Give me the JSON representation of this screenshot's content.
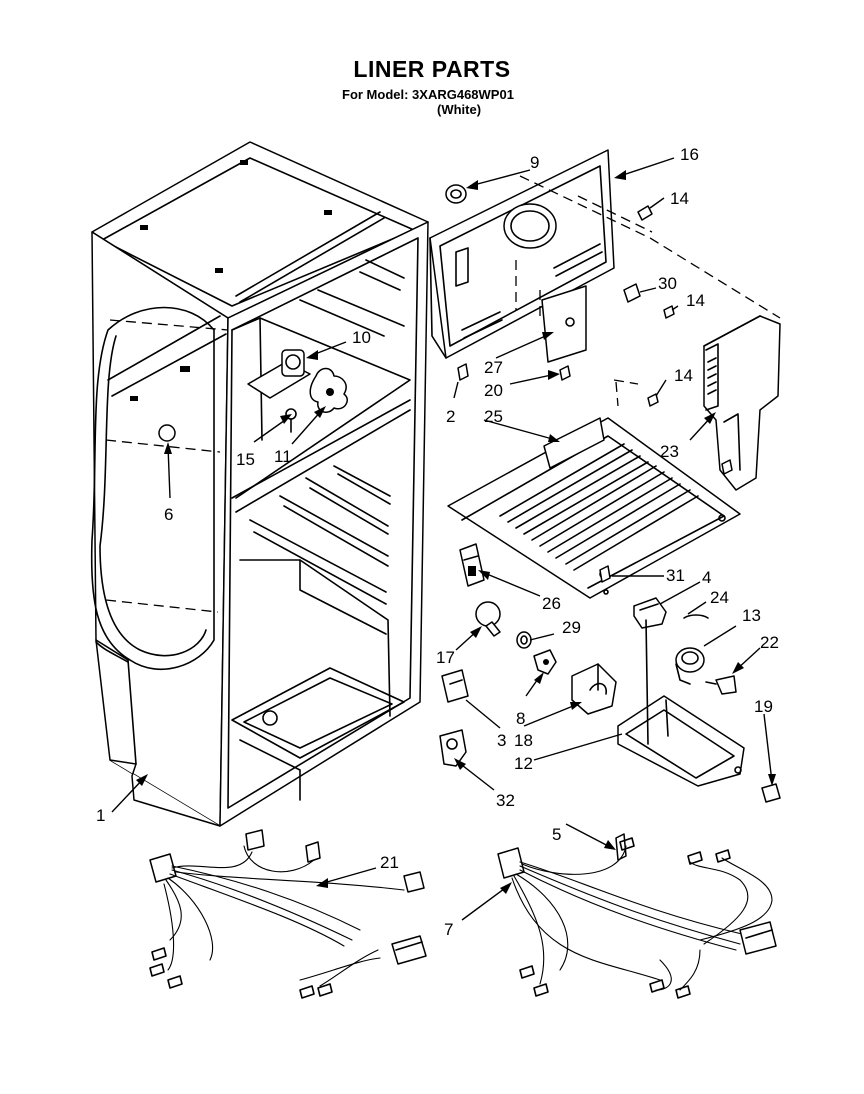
{
  "header": {
    "title": "LINER PARTS",
    "model_line": "For Model: 3XARG468WP01",
    "color_line": "(White)"
  },
  "callouts": {
    "c1": "1",
    "c2": "2",
    "c3": "3",
    "c4": "4",
    "c5": "5",
    "c6": "6",
    "c7": "7",
    "c8": "8",
    "c9": "9",
    "c10": "10",
    "c11": "11",
    "c12": "12",
    "c13": "13",
    "c14a": "14",
    "c14b": "14",
    "c14c": "14",
    "c15": "15",
    "c16": "16",
    "c17": "17",
    "c18": "18",
    "c19": "19",
    "c20": "20",
    "c21": "21",
    "c22": "22",
    "c23": "23",
    "c24": "24",
    "c25": "25",
    "c26": "26",
    "c27": "27",
    "c29": "29",
    "c30": "30",
    "c31": "31",
    "c32": "32"
  }
}
